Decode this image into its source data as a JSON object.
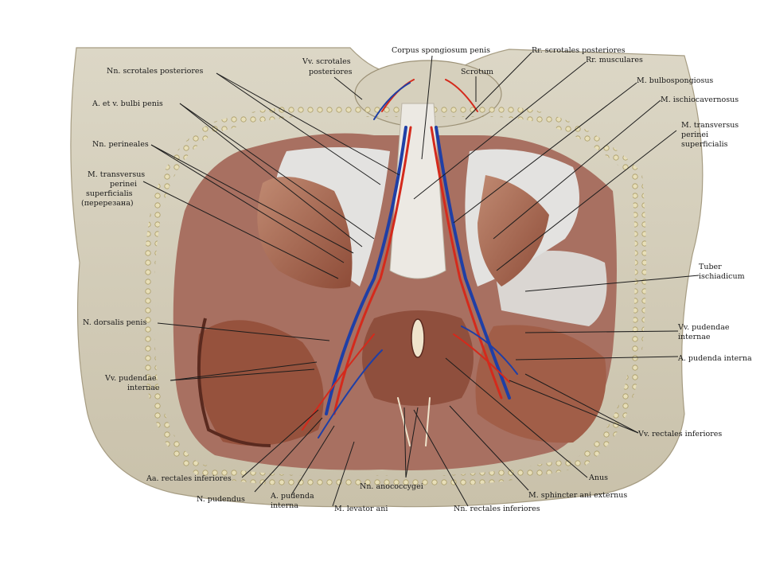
{
  "labels": {
    "corpus_spongiosum_penis": "Corpus spongiosum penis",
    "rr_scrotales_posteriores": "Rr. scrotales posteriores",
    "rr_musculares": "Rr. musculares",
    "vv_scrotales": "Vv. scrotales",
    "posteriores": "posteriores",
    "scrotum": "Scrotum",
    "nn_scrotales_posteriores": "Nn. scrotales posteriores",
    "m_bulbospongiosus": "M. bulbospongiosus",
    "a_et_v_bulbi_penis": "A. et v. bulbi penis",
    "m_ischiocavernosus": "M. ischiocavernosus",
    "m_transversus_perinei_superficialis_r_1": "M. transversus",
    "m_transversus_perinei_superficialis_r_2": "perinei",
    "m_transversus_perinei_superficialis_r_3": "superficialis",
    "nn_perineales": "Nn. perineales",
    "m_transversus_l_1": "M. transversus",
    "m_transversus_l_2": "perinei",
    "m_transversus_l_3": "superficialis",
    "m_transversus_l_4": "(перерезана)",
    "tuber_ischiadicum_1": "Tuber",
    "tuber_ischiadicum_2": "ischiadicum",
    "n_dorsalis_penis": "N. dorsalis penis",
    "vv_pudendae_internae_r_1": "Vv. pudendae",
    "vv_pudendae_internae_r_2": "internae",
    "a_pudenda_interna_r": "A. pudenda interna",
    "vv_pudendae_internae_l_1": "Vv. pudendae",
    "vv_pudendae_internae_l_2": "internae",
    "vv_rectales_inferiores": "Vv. rectales inferiores",
    "anus": "Anus",
    "aa_rectales_inferiores": "Aa. rectales inferiores",
    "nn_anococcygei": "Nn. anococcygei",
    "m_sphincter_ani_externus": "M. sphincter ani externus",
    "n_pudendus": "N. pudendus",
    "a_pudenda_interna_l_1": "A. pudenda",
    "a_pudenda_interna_l_2": "interna",
    "m_levator_ani": "M. levator ani",
    "nn_rectales_inferiores": "Nn. rectales inferiores"
  },
  "colors": {
    "skin": "#d9d3c2",
    "skin_shadow": "#b7ae98",
    "muscle": "#b4775f",
    "muscle_dark": "#7a3a2a",
    "fascia": "#e9ebea",
    "artery": "#d42a1c",
    "vein": "#1f3fa6",
    "nerve": "#f2e7c8"
  }
}
